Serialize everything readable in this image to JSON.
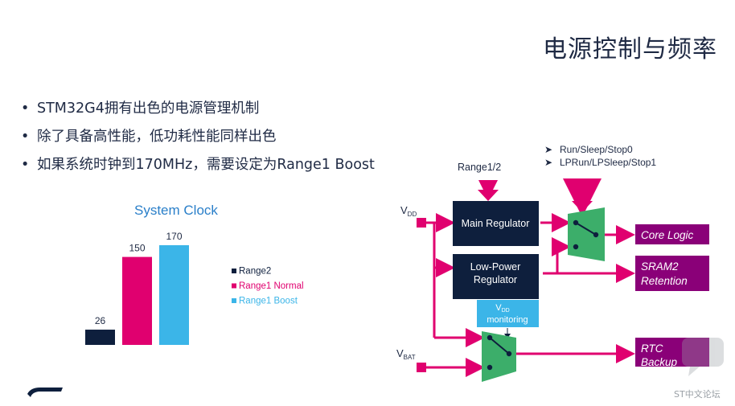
{
  "slide": {
    "title": "电源控制与频率",
    "bullets": [
      "STM32G4拥有出色的电源管理机制",
      "除了具备高性能，低功耗性能同样出色",
      "如果系统时钟到170MHz，需要设定为Range1 Boost"
    ],
    "watermark": "ST中文论坛"
  },
  "chart_data": {
    "type": "bar",
    "title": "System Clock",
    "categories": [
      "Range2",
      "Range1 Normal",
      "Range1 Boost"
    ],
    "values": [
      26,
      150,
      170
    ],
    "colors": [
      "#0e1f3d",
      "#e0006f",
      "#3bb5e8"
    ],
    "legend": [
      "Range2",
      "Range1 Normal",
      "Range1 Boost"
    ],
    "legend_position": "right",
    "grid": false
  },
  "diagram": {
    "range_label": "Range1/2",
    "modes": [
      "Run/Sleep/Stop0",
      "LPRun/LPSleep/Stop1"
    ],
    "vdd_label": "V",
    "vdd_sub": "DD",
    "vbat_label": "V",
    "vbat_sub": "BAT",
    "main_regulator": "Main Regulator",
    "lp_regulator_line1": "Low-Power",
    "lp_regulator_line2": "Regulator",
    "monitor_line1": "V",
    "monitor_sub": "DD",
    "monitor_line2": "monitoring",
    "core_logic": "Core Logic",
    "sram_line1": "SRAM2",
    "sram_line2": "Retention",
    "rtc_line1": "RTC",
    "rtc_line2": "Backup",
    "colors": {
      "navy": "#0e1f3d",
      "magenta": "#e0006f",
      "purple": "#8a0078",
      "green": "#3cae6a",
      "cyan": "#3bb5e8"
    }
  }
}
